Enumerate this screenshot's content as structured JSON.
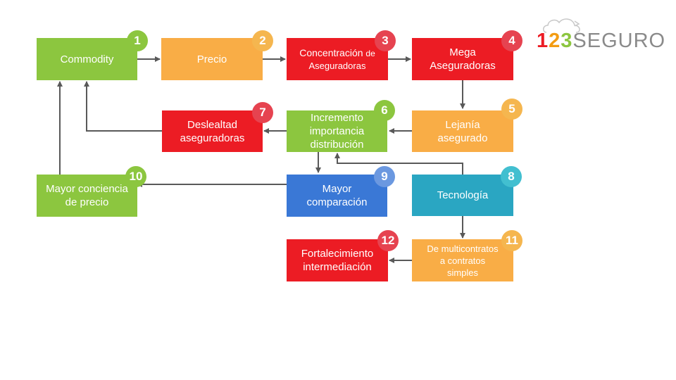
{
  "logo": {
    "digit1": "1",
    "digit2": "2",
    "digit3": "3",
    "word": "SEGURO"
  },
  "nodes": [
    {
      "num": "1",
      "label": "Commodity"
    },
    {
      "num": "2",
      "label": "Precio"
    },
    {
      "num": "3",
      "label_main": "Concentración",
      "label_small": "de",
      "label_line2": "Aseguradoras"
    },
    {
      "num": "4",
      "label": "Mega\nAseguradoras"
    },
    {
      "num": "5",
      "label": "Lejanía\nasegurado"
    },
    {
      "num": "6",
      "label": "Incremento\nimportancia\ndistribución"
    },
    {
      "num": "7",
      "label": "Deslealtad\naseguradoras"
    },
    {
      "num": "8",
      "label": "Tecnología"
    },
    {
      "num": "9",
      "label": "Mayor\ncomparación"
    },
    {
      "num": "10",
      "label": "Mayor conciencia\nde precio"
    },
    {
      "num": "11",
      "label": "De multicontratos\na contratos\nsimples"
    },
    {
      "num": "12",
      "label": "Fortalecimiento\nintermediación"
    }
  ],
  "colors": {
    "green": "#8cc63f",
    "orange": "#f9ad46",
    "red": "#ec1c24",
    "blue": "#3a78d6",
    "teal": "#2aa6c2",
    "arrow": "#595959"
  }
}
